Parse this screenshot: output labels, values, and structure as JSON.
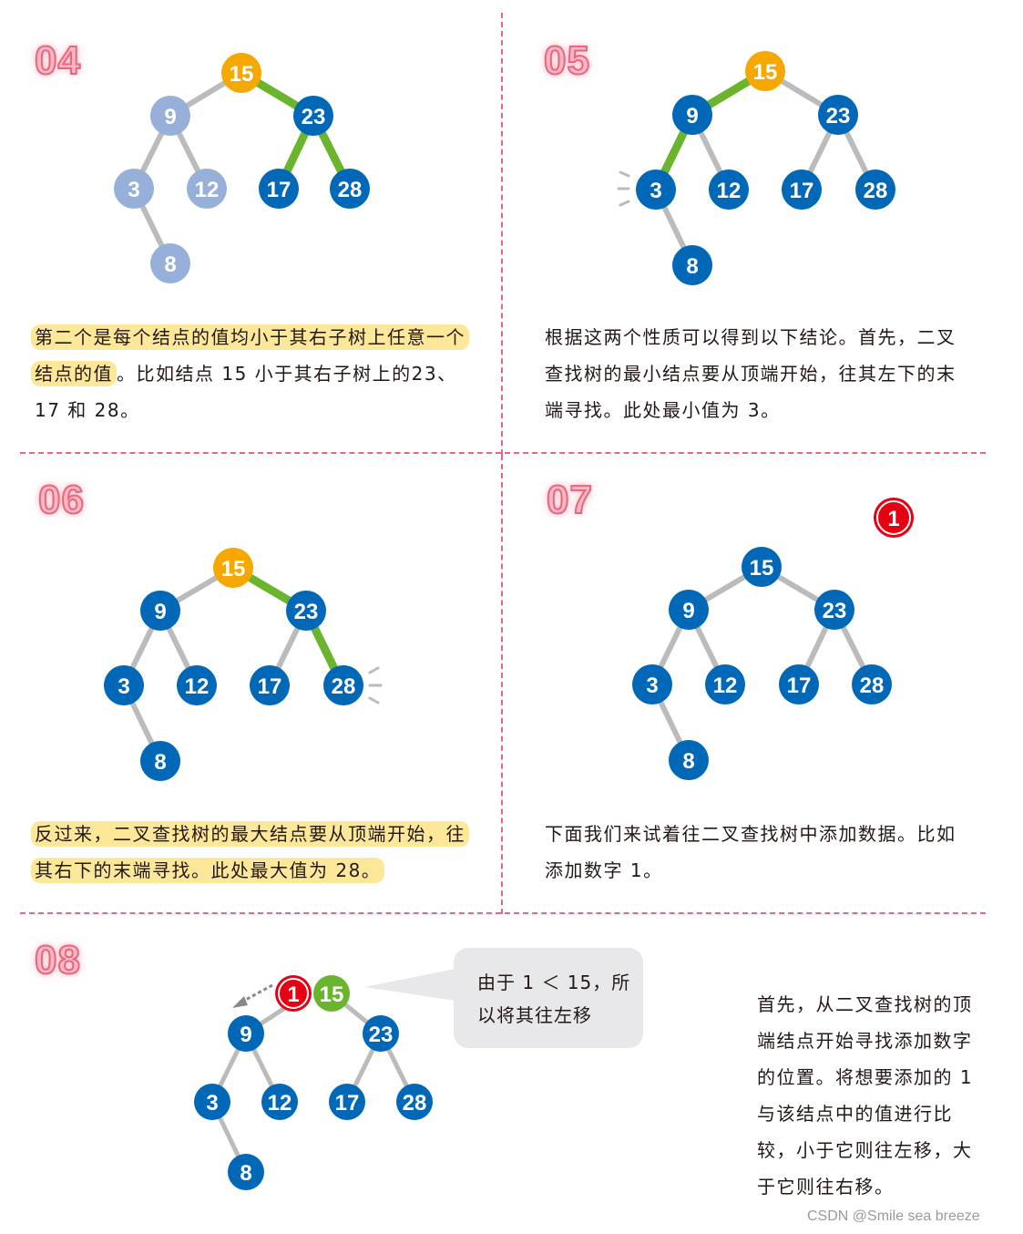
{
  "colors": {
    "node_blue": "#0068b7",
    "node_faded": "#96b0da",
    "node_orange": "#f5a800",
    "node_green": "#6bb52e",
    "node_red": "#e60012",
    "edge_gray": "#bbbbbb",
    "edge_green": "#6bb52e",
    "divider": "#e8677f",
    "highlight": "#fde89a"
  },
  "panels": [
    {
      "step": "04",
      "text_highlight": "第二个是每个结点的值均小于其右子树上任意一个结点的值",
      "text_rest": "。比如结点 15 小于其右子树上的23、17 和 28。",
      "nodes": {
        "n15": "15",
        "n9": "9",
        "n23": "23",
        "n3": "3",
        "n12": "12",
        "n17": "17",
        "n28": "28",
        "n8": "8"
      }
    },
    {
      "step": "05",
      "text": "根据这两个性质可以得到以下结论。首先，二叉查找树的最小结点要从顶端开始，往其左下的末端寻找。此处最小值为 3。",
      "nodes": {
        "n15": "15",
        "n9": "9",
        "n23": "23",
        "n3": "3",
        "n12": "12",
        "n17": "17",
        "n28": "28",
        "n8": "8"
      }
    },
    {
      "step": "06",
      "text_highlight": "反过来，二叉查找树的最大结点要从顶端开始，往其右下的末端寻找。此处最大值为 28。",
      "nodes": {
        "n15": "15",
        "n9": "9",
        "n23": "23",
        "n3": "3",
        "n12": "12",
        "n17": "17",
        "n28": "28",
        "n8": "8"
      }
    },
    {
      "step": "07",
      "text": "下面我们来试着往二叉查找树中添加数据。比如添加数字 1。",
      "new_node": "1",
      "nodes": {
        "n15": "15",
        "n9": "9",
        "n23": "23",
        "n3": "3",
        "n12": "12",
        "n17": "17",
        "n28": "28",
        "n8": "8"
      }
    },
    {
      "step": "08",
      "bubble": "由于 1 ＜ 15，所以将其往左移",
      "text": "首先，从二叉查找树的顶端结点开始寻找添加数字的位置。将想要添加的 1 与该结点中的值进行比较，小于它则往左移，大于它则往右移。",
      "new_node": "1",
      "nodes": {
        "n15": "15",
        "n9": "9",
        "n23": "23",
        "n3": "3",
        "n12": "12",
        "n17": "17",
        "n28": "28",
        "n8": "8"
      }
    }
  ],
  "watermark": "CSDN @Smile sea breeze"
}
